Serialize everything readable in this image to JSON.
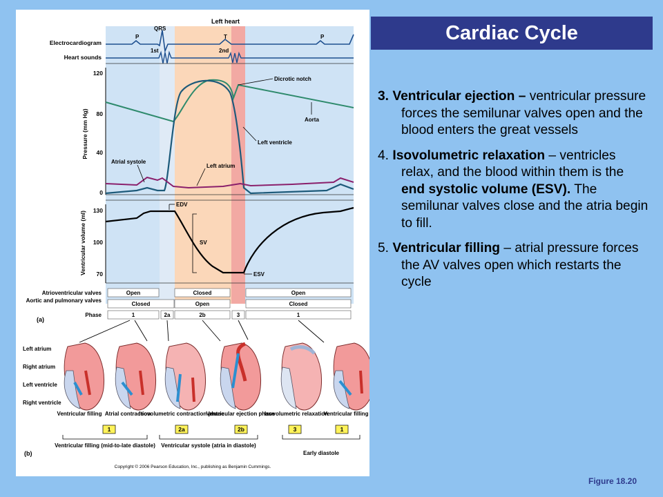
{
  "slide": {
    "title": "Cardiac Cycle",
    "figure_label": "Figure 18.20",
    "points": [
      {
        "number": "3.",
        "heading": "Ventricular ejection –",
        "body": " ventricular pressure forces the semilunar valves open and the blood enters the great vessels",
        "heading_bold": true,
        "number_bold": true
      },
      {
        "number": "4.",
        "heading": "Isovolumetric relaxation",
        "body_parts": [
          " – ventricles relax, and the blood within them is the ",
          "end systolic volume (ESV).",
          " The semilunar valves close and the atria begin to fill."
        ],
        "number_bold": false
      },
      {
        "number": "5.",
        "heading": "Ventricular filling",
        "body": " – atrial pressure forces the AV valves open which restarts the cycle",
        "number_bold": false
      }
    ]
  },
  "figure": {
    "top_label": "Left heart",
    "ecg": {
      "label": "Electrocardiogram",
      "waves": [
        "P",
        "QRS",
        "T",
        "P"
      ]
    },
    "heart_sounds": {
      "label": "Heart sounds",
      "sounds": [
        "1st",
        "2nd"
      ]
    },
    "pressure": {
      "axis_label": "Pressure (mm Hg)",
      "ticks": [
        "120",
        "80",
        "40",
        "0"
      ],
      "annotations": [
        "Dicrotic notch",
        "Aorta",
        "Left ventricle",
        "Atrial systole",
        "Left atrium"
      ]
    },
    "volume": {
      "axis_label": "Ventricular volume (ml)",
      "ticks": [
        "130",
        "100",
        "70"
      ],
      "annotations": [
        "EDV",
        "SV",
        "ESV"
      ]
    },
    "table": {
      "rows": [
        {
          "label": "Atrioventricular valves",
          "cells": [
            "Open",
            "Closed",
            "Open"
          ]
        },
        {
          "label": "Aortic and pulmonary valves",
          "cells": [
            "Closed",
            "Open",
            "Closed"
          ]
        },
        {
          "label": "Phase",
          "cells": [
            "1",
            "2a",
            "2b",
            "3",
            "1"
          ]
        }
      ]
    },
    "panel_a": "(a)",
    "panel_b": "(b)",
    "heart_labels": [
      "Left atrium",
      "Right atrium",
      "Left ventricle",
      "Right ventricle"
    ],
    "stages": [
      {
        "caption": "Ventricular filling",
        "phase": "1"
      },
      {
        "caption": "Atrial contraction",
        "phase": ""
      },
      {
        "caption": "Isovolumetric contraction phase",
        "phase": "2a"
      },
      {
        "caption": "Ventricular ejection phase",
        "phase": "2b"
      },
      {
        "caption": "Isovolumetric relaxation",
        "phase": "3"
      },
      {
        "caption": "Ventricular filling",
        "phase": "1"
      }
    ],
    "groups": [
      "Ventricular filling (mid-to-late diastole)",
      "Ventricular systole (atria in diastole)",
      "Early diastole"
    ],
    "copyright": "Copyright © 2006 Pearson Education, Inc., publishing as Benjamin Cummings.",
    "colors": {
      "diastole": "#cfe3f5",
      "systole": "#fbd7b9",
      "relaxation": "#f2a9a3",
      "aorta": "#2e8a6c",
      "ventricle": "#1d5a7a",
      "atrium": "#8a1f6b",
      "tag": "#fff35a"
    }
  }
}
